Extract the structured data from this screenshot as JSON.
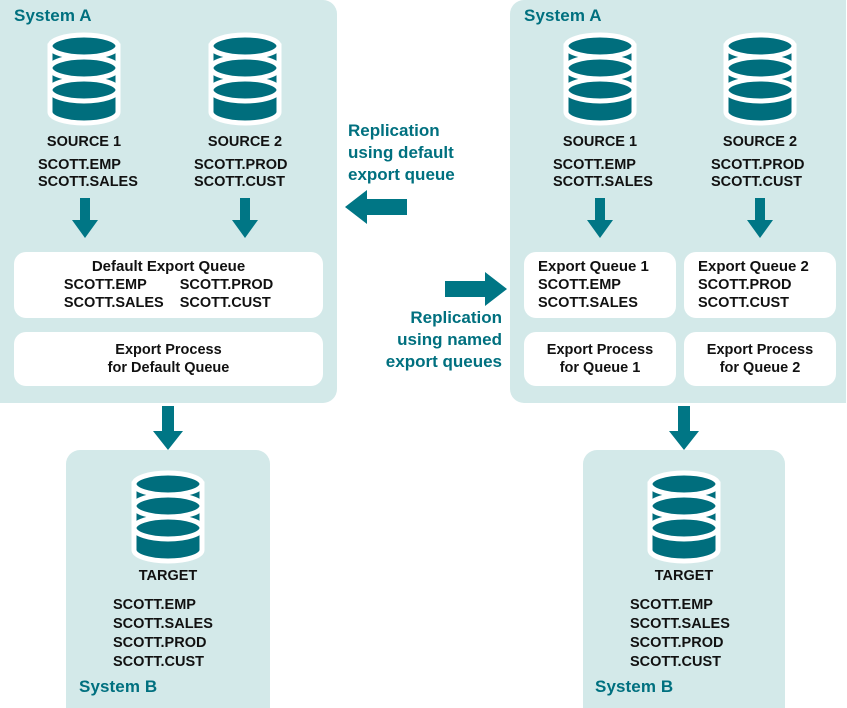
{
  "diagram": {
    "title": "Replication using default export queue versus named export queues",
    "colors": {
      "panel_bg": "#d3e9e9",
      "teal": "#00707f",
      "box_bg": "#ffffff",
      "text": "#111111"
    }
  },
  "left": {
    "system_a_label": "System A",
    "system_b_label": "System B",
    "sources": [
      {
        "name": "SOURCE 1",
        "tables": [
          "SCOTT.EMP",
          "SCOTT.SALES"
        ],
        "icon": "database-cylinder-icon"
      },
      {
        "name": "SOURCE 2",
        "tables": [
          "SCOTT.PROD",
          "SCOTT.CUST"
        ],
        "icon": "database-cylinder-icon"
      }
    ],
    "queue_box": {
      "header": "Default Export Queue",
      "col1": [
        "SCOTT.EMP",
        "SCOTT.SALES"
      ],
      "col2": [
        "SCOTT.PROD",
        "SCOTT.CUST"
      ]
    },
    "process_box": {
      "line1": "Export Process",
      "line2": "for Default Queue"
    },
    "target": {
      "name": "TARGET",
      "tables": [
        "SCOTT.EMP",
        "SCOTT.SALES",
        "SCOTT.PROD",
        "SCOTT.CUST"
      ],
      "icon": "database-cylinder-icon"
    }
  },
  "right": {
    "system_a_label": "System A",
    "system_b_label": "System B",
    "sources": [
      {
        "name": "SOURCE 1",
        "tables": [
          "SCOTT.EMP",
          "SCOTT.SALES"
        ],
        "icon": "database-cylinder-icon"
      },
      {
        "name": "SOURCE 2",
        "tables": [
          "SCOTT.PROD",
          "SCOTT.CUST"
        ],
        "icon": "database-cylinder-icon"
      }
    ],
    "queue_boxes": [
      {
        "header": "Export Queue 1",
        "tables": [
          "SCOTT.EMP",
          "SCOTT.SALES"
        ]
      },
      {
        "header": "Export Queue 2",
        "tables": [
          "SCOTT.PROD",
          "SCOTT.CUST"
        ]
      }
    ],
    "process_boxes": [
      {
        "line1": "Export Process",
        "line2": "for Queue 1"
      },
      {
        "line1": "Export Process",
        "line2": "for Queue 2"
      }
    ],
    "target": {
      "name": "TARGET",
      "tables": [
        "SCOTT.EMP",
        "SCOTT.SALES",
        "SCOTT.PROD",
        "SCOTT.CUST"
      ],
      "icon": "database-cylinder-icon"
    }
  },
  "center": {
    "top_caption": [
      "Replication",
      "using default",
      "export queue"
    ],
    "top_arrow_direction": "left",
    "bottom_caption": [
      "Replication",
      "using named",
      "export queues"
    ],
    "bottom_arrow_direction": "right"
  }
}
